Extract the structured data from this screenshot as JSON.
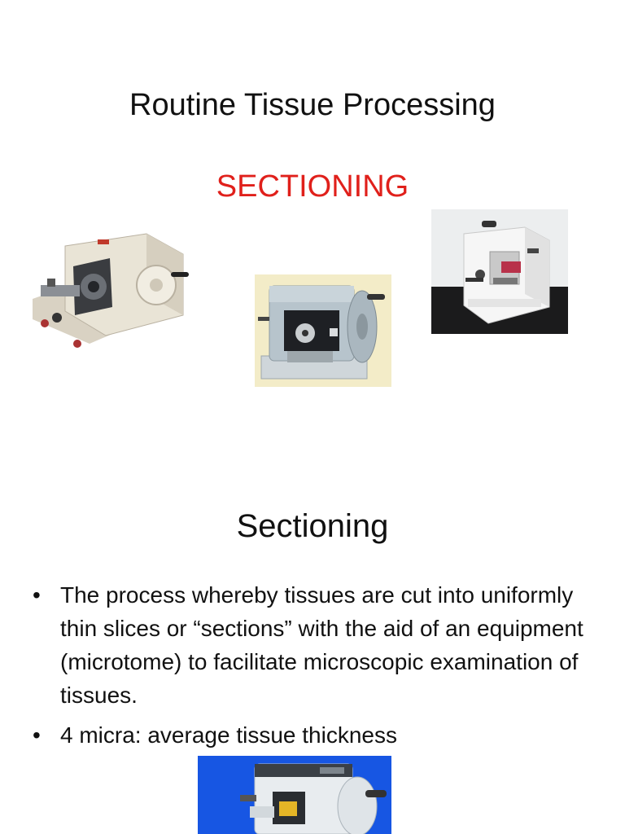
{
  "slide1": {
    "title": "Routine Tissue Processing",
    "subtitle": "SECTIONING",
    "accent_color": "#e0201b",
    "images": [
      {
        "name": "rotary-microtome-beige"
      },
      {
        "name": "rotary-microtome-bluegray"
      },
      {
        "name": "rotary-microtome-white-modern"
      }
    ]
  },
  "slide2": {
    "title": "Sectioning",
    "bullet_marker": "•",
    "bullets": [
      "The process whereby tissues are cut into uniformly thin slices or “sections” with the aid of an equipment (microtome) to facilitate microscopic examination of tissues.",
      "4 micra: average tissue thickness"
    ],
    "images": [
      {
        "name": "rotary-microtome-blue-background"
      }
    ]
  }
}
